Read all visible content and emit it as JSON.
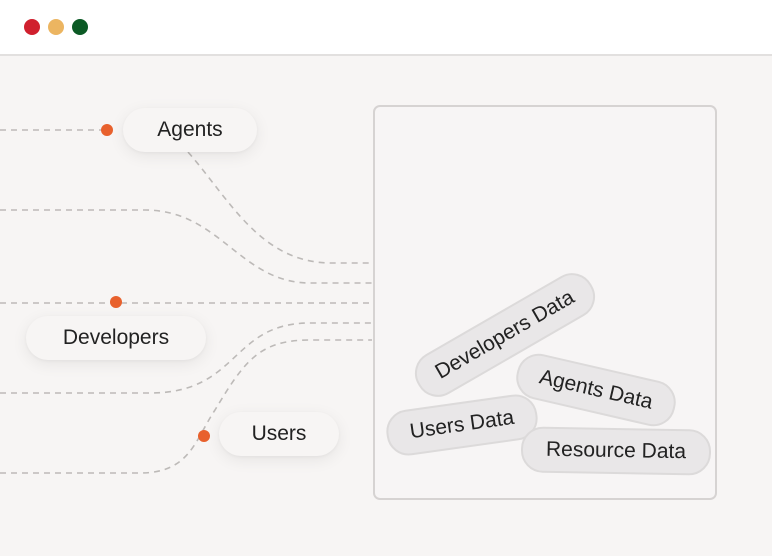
{
  "window": {
    "controls": [
      {
        "name": "close",
        "color": "#d0202e"
      },
      {
        "name": "minimize",
        "color": "#ecb561"
      },
      {
        "name": "maximize",
        "color": "#0b5a25"
      }
    ]
  },
  "sources": [
    {
      "label": "Agents"
    },
    {
      "label": "Developers"
    },
    {
      "label": "Users"
    }
  ],
  "data_store": {
    "items": [
      {
        "label": "Developers Data"
      },
      {
        "label": "Agents Data"
      },
      {
        "label": "Users Data"
      },
      {
        "label": "Resource Data"
      }
    ]
  },
  "colors": {
    "accent_dot": "#e8612d",
    "line": "#bdbab8"
  }
}
